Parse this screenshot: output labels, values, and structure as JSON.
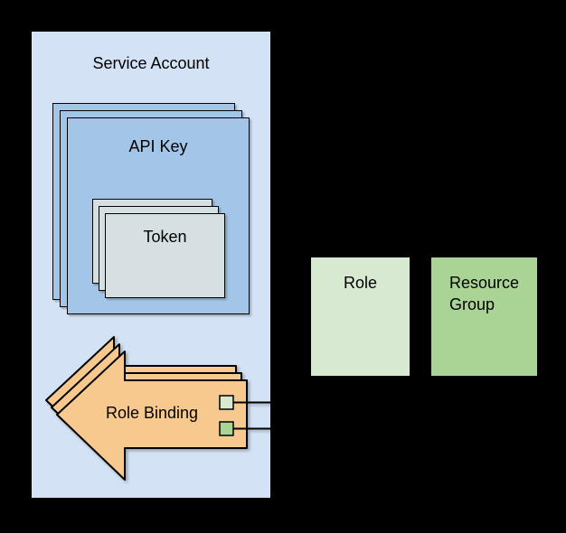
{
  "background": "#000000",
  "diagram": {
    "service_account": {
      "label": "Service Account",
      "fill": "#d3e2f4"
    },
    "api_key": {
      "label": "API Key",
      "fill": "#a3c6e8",
      "stack_count": 3
    },
    "token": {
      "label": "Token",
      "fill": "#d6e0e2",
      "stack_count": 3
    },
    "role_binding": {
      "label": "Role Binding",
      "fill": "#f7c98f",
      "stack_count": 3,
      "connectors": [
        {
          "name": "role-link",
          "swatch_fill": "#d8e9d2"
        },
        {
          "name": "resource-group-link",
          "swatch_fill": "#aad396"
        }
      ],
      "line_color": "#000000"
    },
    "role": {
      "label": "Role",
      "fill": "#d8e9d2"
    },
    "resource_group": {
      "label": "Resource Group",
      "fill": "#aad396"
    }
  }
}
